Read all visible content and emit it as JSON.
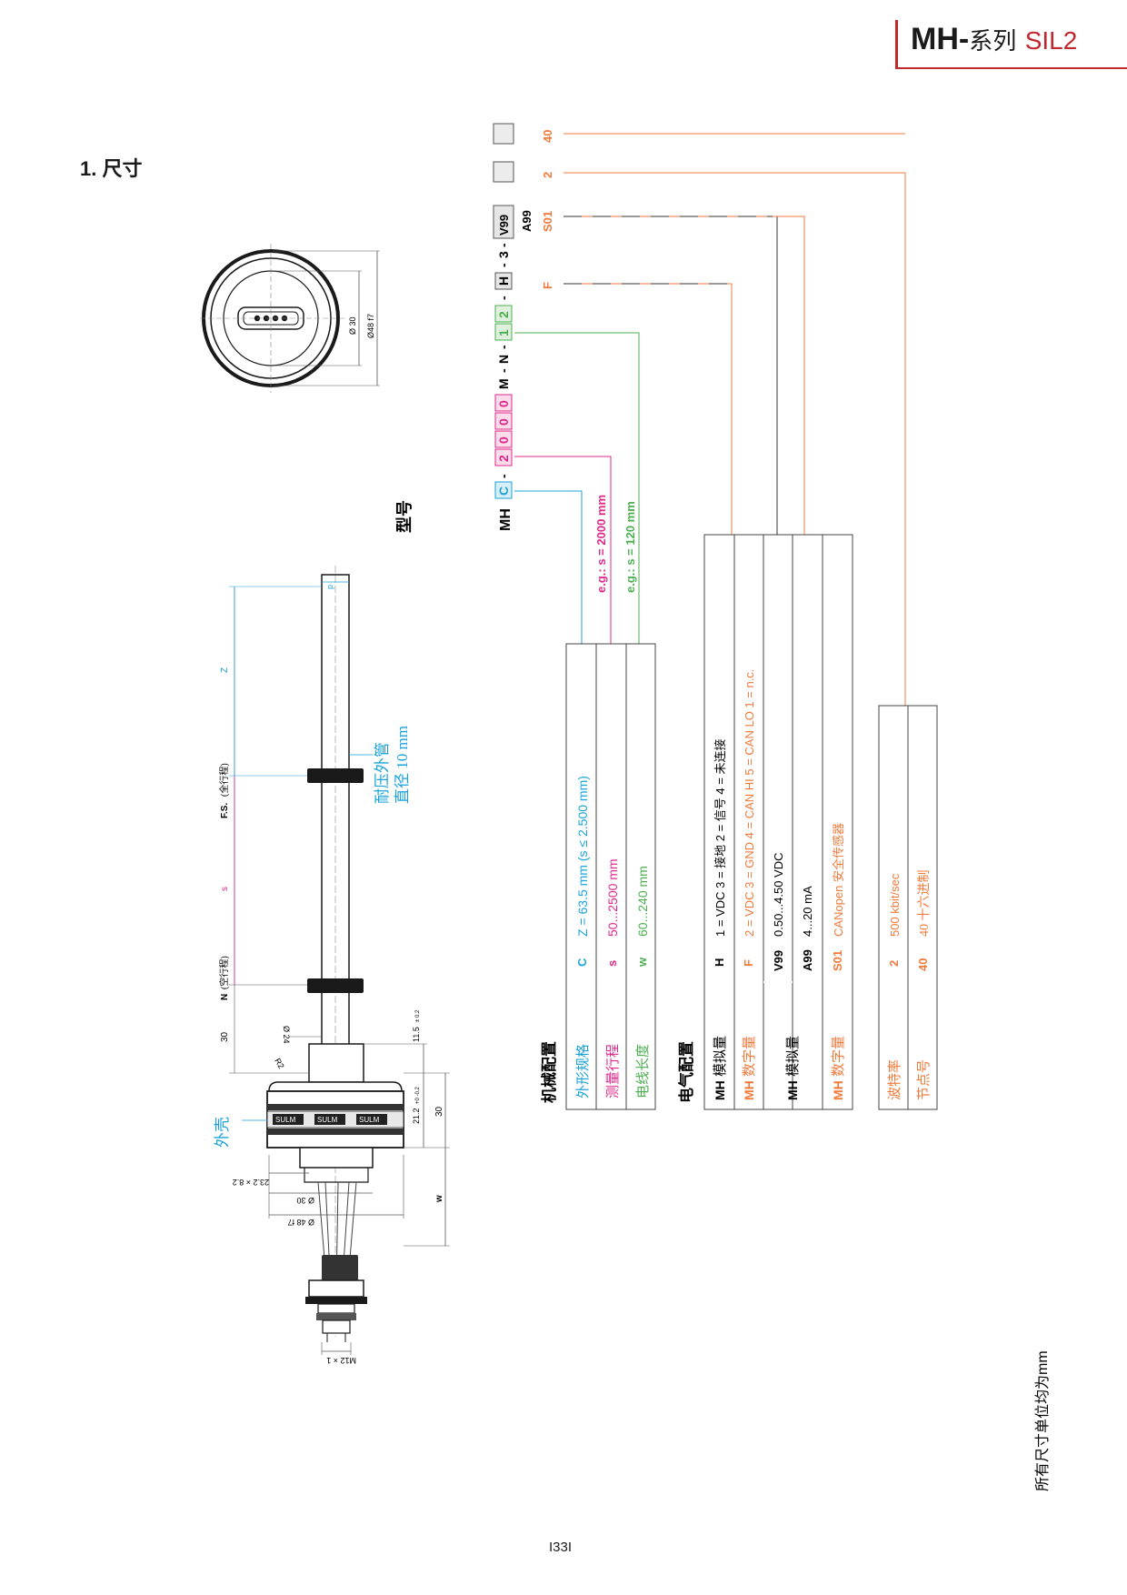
{
  "header": {
    "brand": "MH",
    "dash": "-",
    "series": "系列",
    "sil": "SIL2"
  },
  "section_title": "1. 尺寸",
  "model_label": "型号",
  "model_code": {
    "prefix": "MH",
    "c": "C",
    "digits": [
      "2",
      "0",
      "0",
      "0"
    ],
    "m": "M",
    "n": "N",
    "w": [
      "1",
      "2"
    ],
    "h": "H",
    "three": "3",
    "v99": "V99",
    "a99": "A99",
    "s01": "S01",
    "f": "F",
    "two": "2",
    "forty": "40"
  },
  "examples": {
    "s": "e.g.: s = 2000 mm",
    "w": "e.g.: s = 120 mm"
  },
  "drawing": {
    "d30": "Ø 30",
    "d48": "Ø48 f7",
    "d48b": "Ø 48 f7",
    "d24": "Ø 24",
    "d30b": "Ø 30",
    "hex": "23.2 × 8.2",
    "m12": "M12 × 1",
    "p": "p",
    "z": "Z",
    "fs": "F.S.",
    "fs_cn": "(全行程)",
    "s": "s",
    "n": "N",
    "n_cn": "(空行程)",
    "thirty": "30",
    "thirty2": "30",
    "w": "w",
    "r2": "R2",
    "h115": "11.5",
    "h115_tol": "± 0.2",
    "h212": "21.2",
    "h212_tol": "+0 -0.2",
    "tube1": "耐压外管",
    "tube2": "直径 10 mm",
    "housing": "外壳",
    "ring_text": "SULM"
  },
  "mech": {
    "title": "机械配置",
    "rows": [
      {
        "name": "外形规格",
        "code": "C",
        "desc": "Z = 63.5 mm (s ≤ 2.500 mm)",
        "color": "#1aa3d9"
      },
      {
        "name": "测量行程",
        "code": "s",
        "desc": "50...2500 mm",
        "color": "#e0288c"
      },
      {
        "name": "电线长度",
        "code": "w",
        "desc": "60...240 mm",
        "color": "#4caf50"
      }
    ]
  },
  "elec": {
    "title": "电气配置",
    "rows": [
      {
        "name1": "MH",
        "name2": "模拟量",
        "code": "H",
        "desc": "1 = VDC   3 = 接地   2 = 信号   4 = 未连接",
        "color": "#1a1a1a"
      },
      {
        "name1": "MH",
        "name2": "数字量",
        "code": "F",
        "desc": "2 = VDC   3 = GND   4 = CAN HI   5 = CAN LO   1 = n.c.",
        "color": "#f07a3c"
      },
      {
        "name1": "MH",
        "name2": "模拟量",
        "code": "V99",
        "desc": "0.50...4.50 VDC",
        "color": "#1a1a1a"
      },
      {
        "name1": "",
        "name2": "",
        "code": "A99",
        "desc": "4...20 mA",
        "color": "#1a1a1a"
      },
      {
        "name1": "MH",
        "name2": "数字量",
        "code": "S01",
        "desc": "CANopen 安全传感器",
        "color": "#f07a3c"
      }
    ]
  },
  "can": {
    "rows": [
      {
        "name": "波特率",
        "code": "2",
        "desc": "500 kbit/sec"
      },
      {
        "name": "节点号",
        "code": "40",
        "desc": "40 十六进制"
      }
    ]
  },
  "footnote": "所有尺寸单位均为mm",
  "page_number": "I33I",
  "colors": {
    "cyan": "#1aa3d9",
    "magenta": "#e0288c",
    "green": "#4caf50",
    "orange": "#f07a3c",
    "red": "#c0282d"
  }
}
